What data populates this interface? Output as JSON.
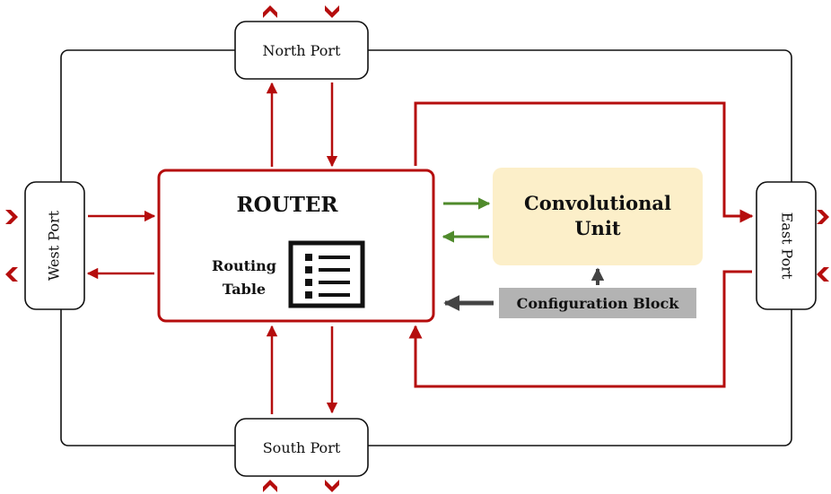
{
  "ports": {
    "north": "North Port",
    "south": "South Port",
    "west": "West Port",
    "east": "East Port"
  },
  "router": {
    "title": "ROUTER",
    "table_label_line1": "Routing",
    "table_label_line2": "Table"
  },
  "conv_unit": {
    "line1": "Convolutional",
    "line2": "Unit"
  },
  "config_block": {
    "label": "Configuration Block"
  },
  "colors": {
    "red": "#b50d0d",
    "green": "#4f8a2b",
    "dark_gray": "#444444",
    "conv_fill": "#fcefc9",
    "config_fill": "#b3b3b3",
    "outline": "#111111"
  },
  "icons": {
    "routing_table": "list-icon",
    "port_markers": "chevron-icon"
  }
}
